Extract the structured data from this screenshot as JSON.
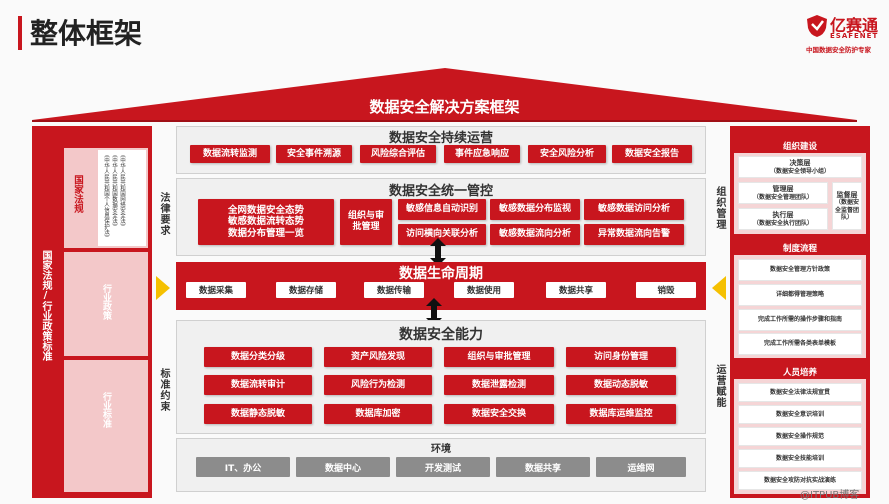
{
  "header": {
    "title": "整体框架",
    "logo_name": "亿赛通",
    "logo_en": "ESAFENET",
    "tagline": "中国数据安全防护专家"
  },
  "roof": {
    "title": "数据安全解决方案框架"
  },
  "left": {
    "main_label": "国家法规/行业政策标准",
    "col1": "国家法规",
    "col2": "行业政策",
    "col3": "行业标准",
    "laws": [
      "《中华人民共和国网络安全法》",
      "《中华人民共和国数据安全法》",
      "《中华人民共和国个人信息保护法》"
    ],
    "legal_req": "法律要求",
    "std_constraint": "标准约束"
  },
  "ops": {
    "title": "数据安全持续运营",
    "items": [
      "数据流转监测",
      "安全事件溯源",
      "风险综合评估",
      "事件应急响应",
      "安全风险分析",
      "数据安全报告"
    ]
  },
  "control": {
    "title": "数据安全统一管控",
    "big": [
      "全网数据安全态势",
      "敏感数据流转态势",
      "数据分布管理一览"
    ],
    "org": "组织与审批管理",
    "grid": [
      "敏感信息自动识别",
      "敏感数据分布监视",
      "敏感数据访问分析",
      "访问横向关联分析",
      "敏感数据流向分析",
      "异常数据流向告警"
    ]
  },
  "lifecycle": {
    "title": "数据生命周期",
    "items": [
      "数据采集",
      "数据存储",
      "数据传输",
      "数据使用",
      "数据共享",
      "销毁"
    ]
  },
  "capability": {
    "title": "数据安全能力",
    "items": [
      "数据分类分级",
      "资产风险发现",
      "组织与审批管理",
      "访问身份管理",
      "数据流转审计",
      "风险行为检测",
      "数据泄露检测",
      "数据动态脱敏",
      "数据静态脱敏",
      "数据库加密",
      "数据安全交换",
      "数据库运维监控"
    ]
  },
  "env": {
    "title": "环境",
    "items": [
      "IT、办公",
      "数据中心",
      "开发测试",
      "数据共享",
      "运维网"
    ]
  },
  "right": {
    "org_mgmt": "组织管理",
    "ops_enable": "运营赋能",
    "org": {
      "title": "组织建设",
      "decision": "决策层",
      "decision_sub": "（数据安全领导小组）",
      "manage": "管理层",
      "manage_sub": "（数据安全管理团队）",
      "exec": "执行层",
      "exec_sub": "（数据安全执行团队）",
      "supervise": "监督层",
      "supervise_sub": "（数据安全监督团队）"
    },
    "process": {
      "title": "制度流程",
      "items": [
        "数据安全管理方针政策",
        "详细都得管理策略",
        "完成工作所需的操作步骤和指南",
        "完成工作所需各类表单模板"
      ]
    },
    "training": {
      "title": "人员培养",
      "items": [
        "数据安全法律法规宣贯",
        "数据安全意识培训",
        "数据安全操作规范",
        "数据安全技能培训",
        "数据安全攻防对抗实战演练"
      ]
    }
  },
  "watermark": "@ITPUB博客",
  "colors": {
    "accent": "#c8161e",
    "gray": "#8c8c8c",
    "panel": "#f0f0f0"
  }
}
